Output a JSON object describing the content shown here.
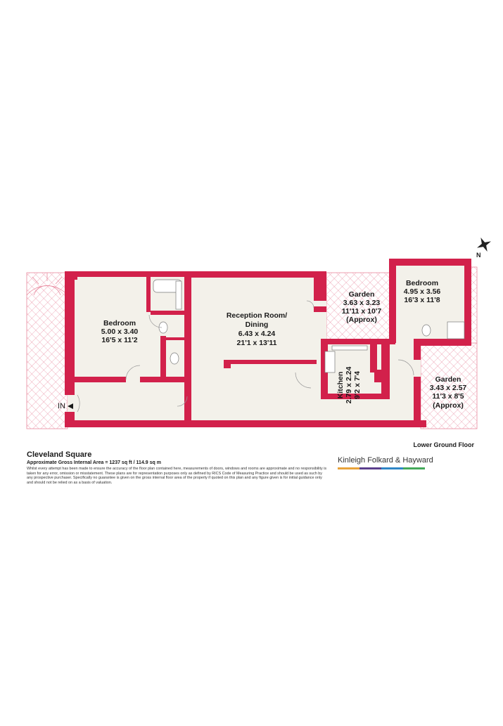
{
  "property": {
    "title": "Cleveland Square",
    "area": "Approximate Gross Internal Area = 1237 sq ft / 114.9 sq m",
    "disclaimer": "Whilst every attempt has been made to ensure the accuracy of the floor plan contained here, measurements of doors, windows and rooms are approximate and no responsibility is taken for any error, omission or misstatement. These plans are for representation purposes only as defined by RICS Code of Measuring Practice and should be used as such by any prospective purchaser. Specifically no guarantee is given on the gross internal floor area of the property if quoted on this plan and any figure given is for initial guidance only and should not be relied on as a basis of valuation.",
    "floor_label": "Lower Ground Floor",
    "brand": "Kinleigh Folkard & Hayward"
  },
  "compass": {
    "label": "N"
  },
  "entrance": {
    "label": "IN"
  },
  "rooms": {
    "bedroom1": {
      "name": "Bedroom",
      "metric": "5.00 x 3.40",
      "imperial": "16'5 x 11'2"
    },
    "reception": {
      "name": "Reception Room/",
      "name2": "Dining",
      "metric": "6.43 x 4.24",
      "imperial": "21'1 x 13'11"
    },
    "garden1": {
      "name": "Garden",
      "metric": "3.63 x 3.23",
      "imperial": "11'11 x 10'7",
      "note": "(Approx)"
    },
    "bedroom2": {
      "name": "Bedroom",
      "metric": "4.95 x 3.56",
      "imperial": "16'3 x 11'8"
    },
    "kitchen": {
      "name": "Kitchen",
      "metric": "2.79 x 2.24",
      "imperial": "9'2 x 7'4"
    },
    "garden2": {
      "name": "Garden",
      "metric": "3.43 x 2.57",
      "imperial": "11'3 x 8'5",
      "note": "(Approx)"
    }
  },
  "colors": {
    "wall": "#d2214b",
    "floor": "#f3f1ea",
    "hatch": "#e98a9f",
    "brand_bar": [
      "#e8a33b",
      "#5b3f8c",
      "#2f86c6",
      "#44a85a"
    ]
  }
}
